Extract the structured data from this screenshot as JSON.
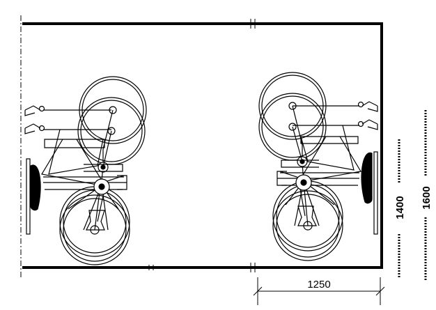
{
  "drawing": {
    "type": "bike-parking-plan",
    "colors": {
      "line": "#000000",
      "background": "#ffffff",
      "fill_dark": "#000000"
    },
    "dimensions": {
      "horizontal": "1250",
      "vertical_inner": "1400",
      "vertical_outer": "1600"
    },
    "bikes": [
      {
        "name": "left-bike-pair",
        "wall": "left",
        "count": 2
      },
      {
        "name": "right-bike-pair",
        "wall": "right",
        "count": 2
      }
    ]
  }
}
